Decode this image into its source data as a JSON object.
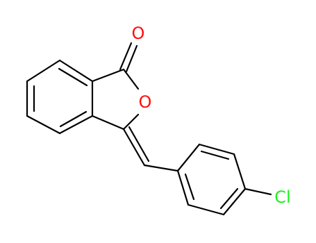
{
  "molecule": {
    "atoms": {
      "carbonyl_oxygen": {
        "label": "O",
        "color": "#ff0d0d"
      },
      "ring_oxygen": {
        "label": "O",
        "color": "#ff0d0d"
      },
      "chlorine": {
        "label": "Cl",
        "color": "#1ff01f"
      }
    },
    "bond_color": "#000000"
  }
}
